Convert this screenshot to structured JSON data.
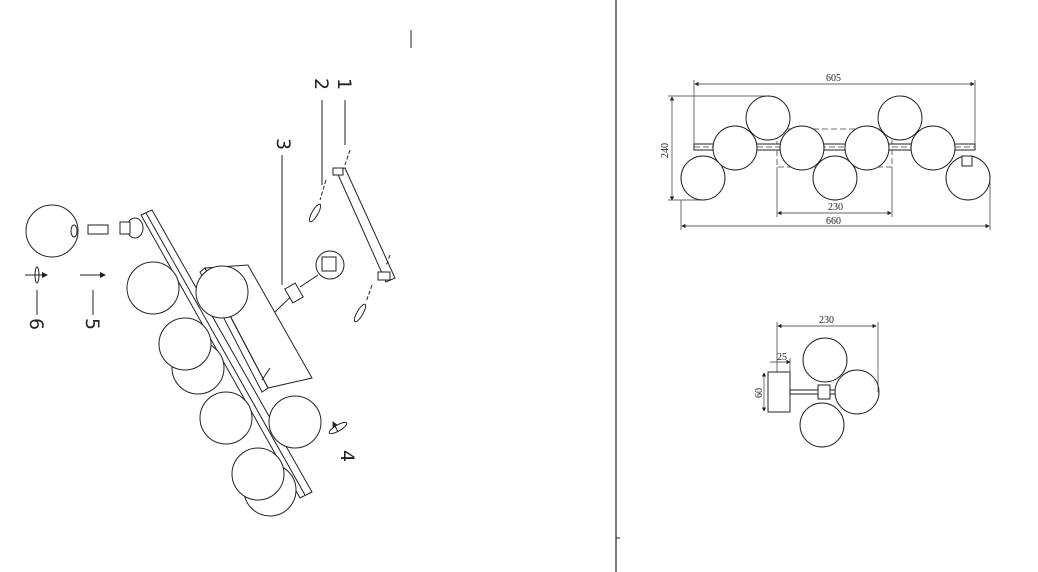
{
  "assembly": {
    "part_labels": [
      "1",
      "2",
      "3",
      "4",
      "5",
      "6"
    ]
  },
  "front_view": {
    "dimensions": {
      "overall_bar": "605",
      "height": "240",
      "canopy": "230",
      "overall_width": "660"
    }
  },
  "side_view": {
    "dimensions": {
      "width": "230",
      "offset": "25",
      "plate": "60"
    }
  }
}
